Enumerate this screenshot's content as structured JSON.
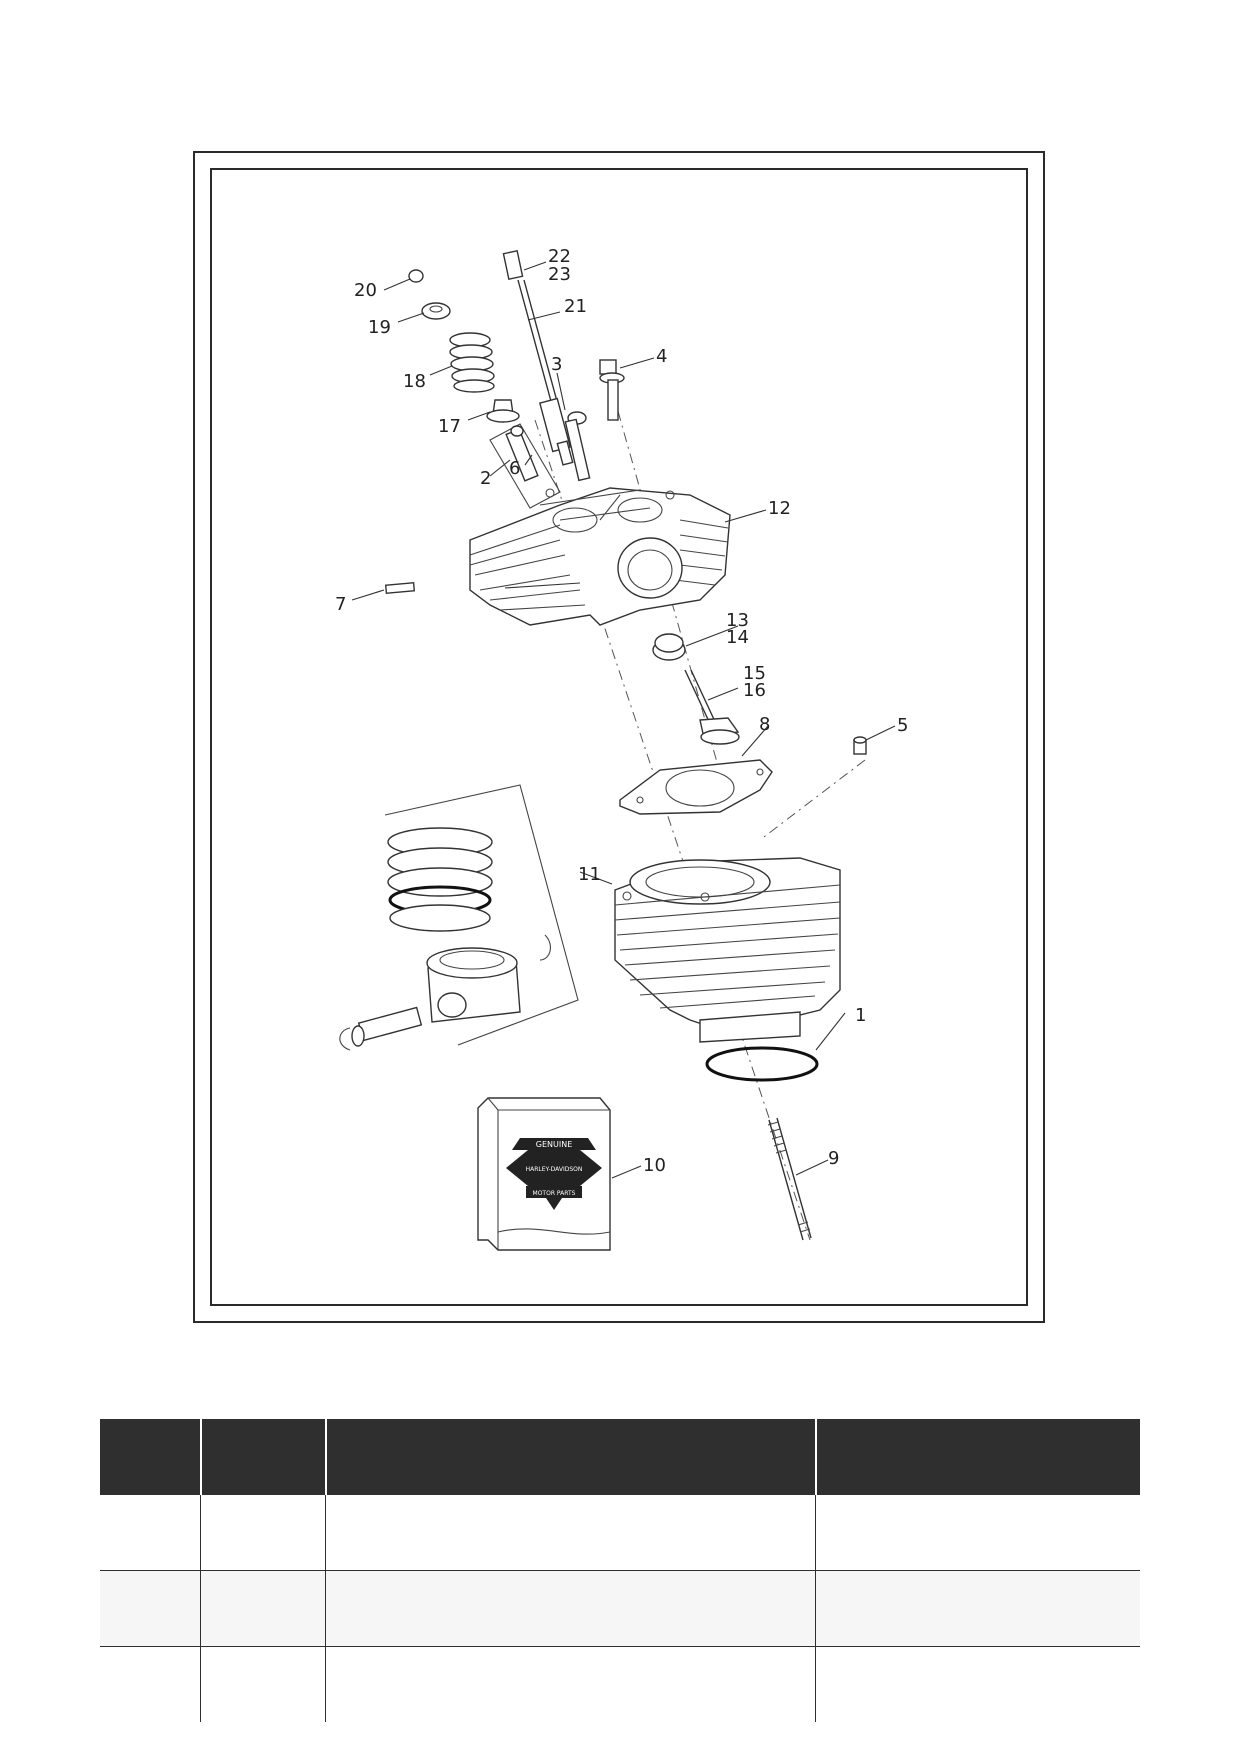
{
  "diagram": {
    "callouts": [
      {
        "id": "c1",
        "text": "1"
      },
      {
        "id": "c2",
        "text": "2"
      },
      {
        "id": "c3",
        "text": "3"
      },
      {
        "id": "c4",
        "text": "4"
      },
      {
        "id": "c5",
        "text": "5"
      },
      {
        "id": "c6",
        "text": "6"
      },
      {
        "id": "c7",
        "text": "7"
      },
      {
        "id": "c8",
        "text": "8"
      },
      {
        "id": "c9",
        "text": "9"
      },
      {
        "id": "c10",
        "text": "10"
      },
      {
        "id": "c11",
        "text": "11"
      },
      {
        "id": "c12",
        "text": "12"
      },
      {
        "id": "c13",
        "text": "13"
      },
      {
        "id": "c14",
        "text": "14"
      },
      {
        "id": "c15",
        "text": "15"
      },
      {
        "id": "c16",
        "text": "16"
      },
      {
        "id": "c17",
        "text": "17"
      },
      {
        "id": "c18",
        "text": "18"
      },
      {
        "id": "c19",
        "text": "19"
      },
      {
        "id": "c20",
        "text": "20"
      },
      {
        "id": "c21",
        "text": "21"
      },
      {
        "id": "c22",
        "text": "22"
      },
      {
        "id": "c23",
        "text": "23"
      }
    ],
    "logo_text": [
      "GENUINE",
      "HARLEY-DAVIDSON",
      "MOTOR PARTS"
    ]
  },
  "table": {
    "header": [
      "",
      "",
      "",
      ""
    ],
    "rows": [
      [
        "",
        "",
        "",
        ""
      ],
      [
        "",
        "",
        "",
        ""
      ],
      [
        "",
        "",
        "",
        ""
      ]
    ]
  }
}
